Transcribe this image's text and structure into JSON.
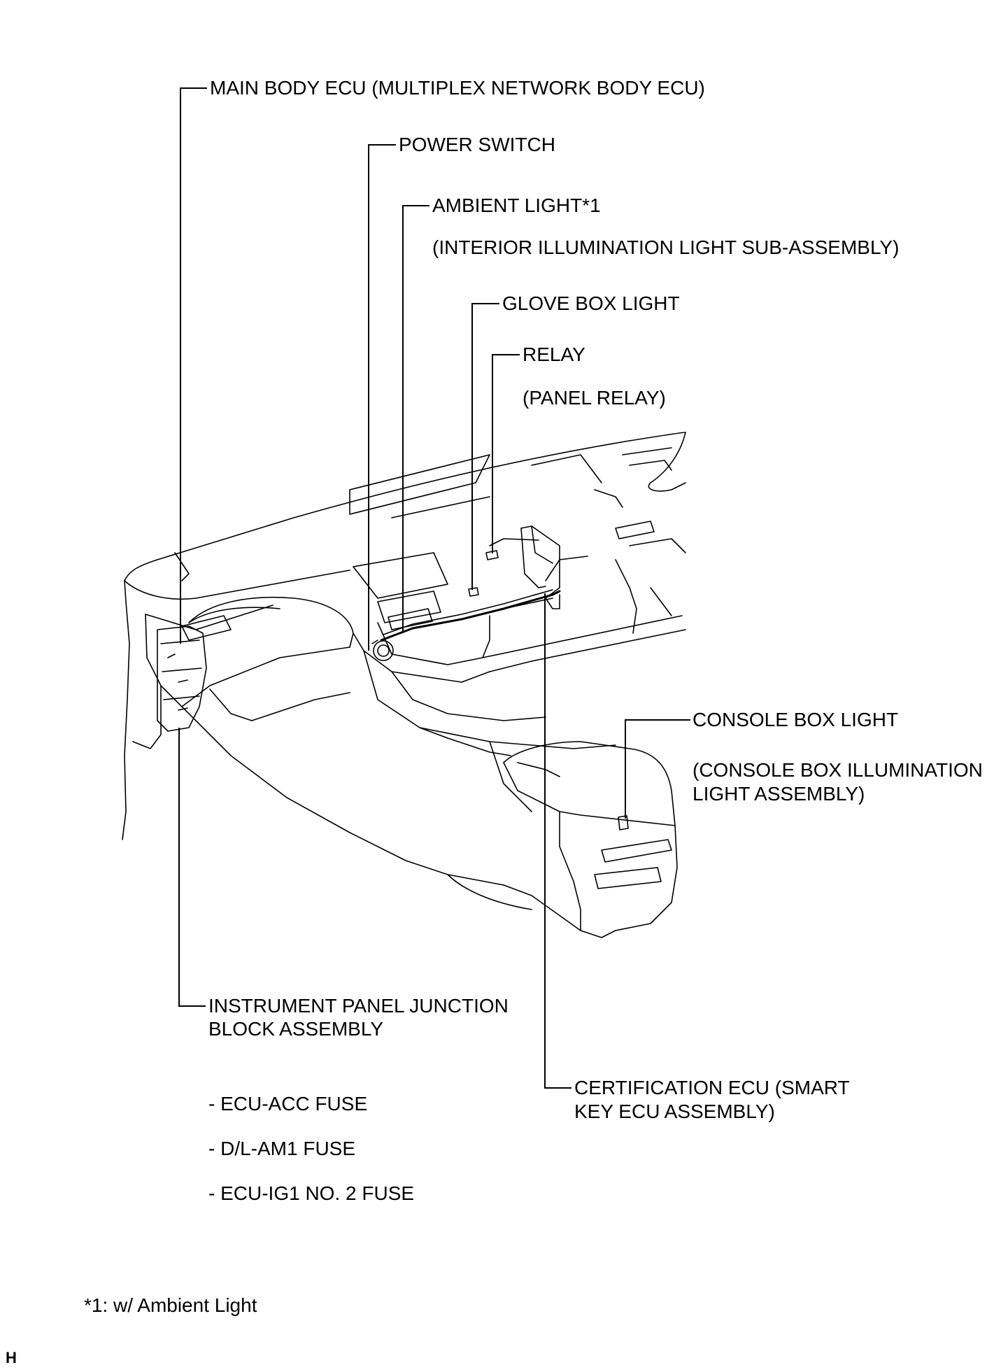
{
  "labels": {
    "main_body_ecu": "MAIN BODY ECU (MULTIPLEX NETWORK BODY ECU)",
    "power_switch": "POWER SWITCH",
    "ambient_light": "AMBIENT LIGHT*1",
    "ambient_light_sub": "(INTERIOR ILLUMINATION LIGHT SUB-ASSEMBLY)",
    "glove_box_light": "GLOVE BOX LIGHT",
    "relay": "RELAY",
    "relay_sub": "(PANEL RELAY)",
    "console_box_light": "CONSOLE BOX LIGHT",
    "console_box_sub_1": "(CONSOLE BOX ILLUMINATION",
    "console_box_sub_2": "LIGHT ASSEMBLY)",
    "junction_block_1": "INSTRUMENT PANEL JUNCTION",
    "junction_block_2": "BLOCK ASSEMBLY",
    "certification_ecu_1": "CERTIFICATION ECU (SMART",
    "certification_ecu_2": "KEY ECU ASSEMBLY)"
  },
  "fuses": [
    "- ECU-ACC FUSE",
    "- D/L-AM1 FUSE",
    "- ECU-IG1 NO. 2 FUSE"
  ],
  "footnote": "*1: w/ Ambient Light",
  "corner_code": "H",
  "colors": {
    "line": "#000000",
    "background": "#ffffff"
  }
}
